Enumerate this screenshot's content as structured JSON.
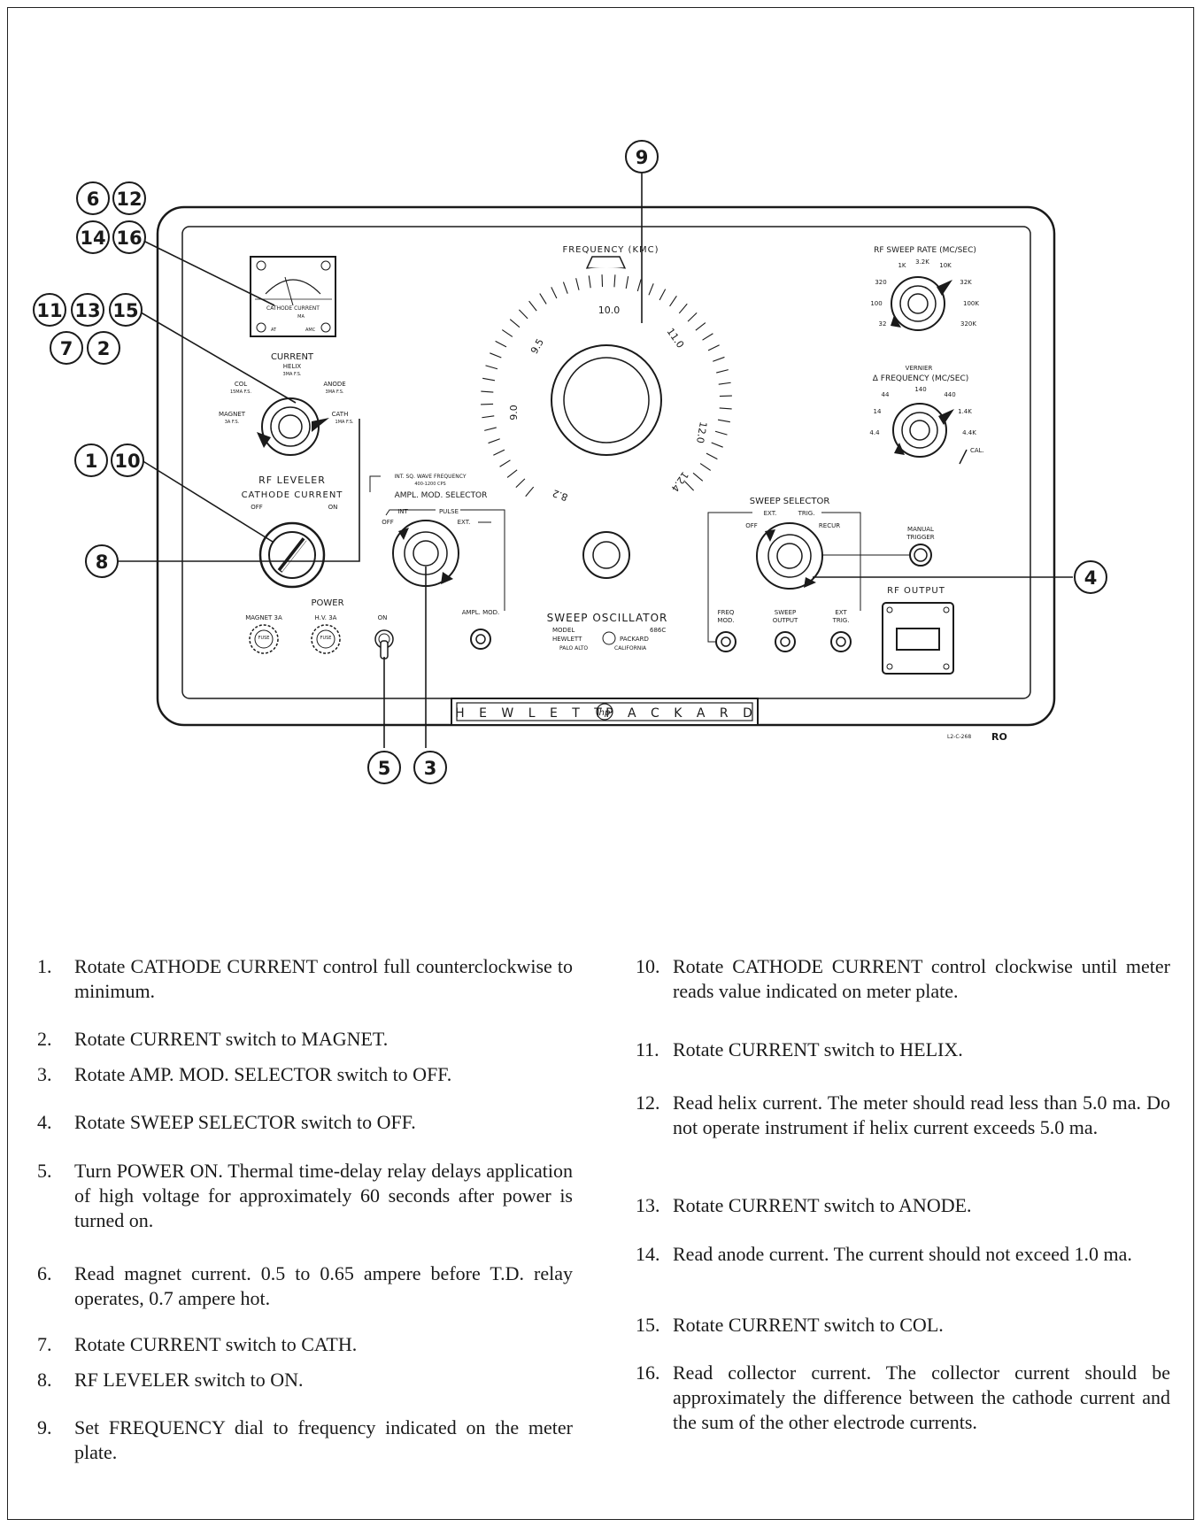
{
  "panel": {
    "frequency_label": "FREQUENCY (KMC)",
    "dial_ticks": [
      "10.0",
      "11.0",
      "12.0",
      "12.4",
      "8.2",
      "9.0",
      "9.5"
    ],
    "meter_title": "CATHODE CURRENT",
    "meter_unit": "MA",
    "meter_at": "AT",
    "meter_amc": "AMC",
    "current": {
      "title": "CURRENT",
      "helix": "HELIX",
      "helix_fs": "3MA F.S.",
      "col": "COL",
      "col_fs": "15MA F.S.",
      "anode": "ANODE",
      "anode_fs": "3MA F.S.",
      "magnet": "MAGNET",
      "magnet_fs": "3A F.S.",
      "cath": "CATH",
      "cath_fs": "1MA F.S."
    },
    "rf_leveler": {
      "title": "RF LEVELER",
      "sub": "CATHODE CURRENT",
      "off": "OFF",
      "on": "ON"
    },
    "ampl_mod": {
      "int_sq": "INT. SQ. WAVE FREQUENCY",
      "cps": "400-1200 CPS",
      "title": "AMPL. MOD. SELECTOR",
      "int": "INT",
      "pulse": "PULSE",
      "off": "OFF",
      "ext": "EXT.",
      "jack": "AMPL. MOD."
    },
    "power": {
      "title": "POWER",
      "magnet_fuse": "MAGNET 3A",
      "hv_fuse": "H.V. 3A",
      "fuse": "FUSE",
      "on": "ON"
    },
    "sweep_rate": {
      "title": "RF SWEEP RATE (MC/SEC)",
      "marks": [
        "1K",
        "3.2K",
        "10K",
        "320",
        "32K",
        "100",
        "100K",
        "32",
        "320K"
      ]
    },
    "vernier": {
      "title": "VERNIER",
      "sub": "Δ FREQUENCY (MC/SEC)",
      "marks": [
        "44",
        "140",
        "440",
        "14",
        "1.4K",
        "4.4",
        "4.4K"
      ],
      "cal": "CAL."
    },
    "sweep_selector": {
      "title": "SWEEP SELECTOR",
      "ext": "EXT.",
      "trig": "TRIG.",
      "off": "OFF",
      "recur": "RECUR",
      "manual": "MANUAL",
      "trigger": "TRIGGER"
    },
    "jacks": {
      "freq": "FREQ",
      "mod": "MOD.",
      "sweep": "SWEEP",
      "output": "OUTPUT",
      "ext": "EXT",
      "trig": "TRIG."
    },
    "rf_output": "RF OUTPUT",
    "id": {
      "line1": "SWEEP OSCILLATOR",
      "model": "MODEL",
      "model_no": "686C",
      "hewlett": "HEWLETT",
      "packard": "PACKARD",
      "city": "PALO ALTO",
      "state": "CALIFORNIA"
    },
    "nameplate": "H E W L E T T  hp  P A C K A R D",
    "nameplate_left": "H E W L E T T",
    "nameplate_logo": "hp",
    "nameplate_right": "P A C K A R D",
    "drawing_no": "L2-C-268",
    "ro": "RO"
  },
  "callouts": [
    "9",
    "6",
    "12",
    "14",
    "16",
    "11",
    "13",
    "15",
    "7",
    "2",
    "1",
    "10",
    "8",
    "4",
    "5",
    "3"
  ],
  "steps_left": [
    {
      "num": "1.",
      "text": "Rotate CATHODE CURRENT control full counterclockwise to minimum."
    },
    {
      "num": "2.",
      "text": "Rotate CURRENT switch to MAGNET."
    },
    {
      "num": "3.",
      "text": "Rotate AMP. MOD. SELECTOR switch to OFF."
    },
    {
      "num": "4.",
      "text": "Rotate SWEEP SELECTOR switch to OFF."
    },
    {
      "num": "5.",
      "text": "Turn POWER ON. Thermal time-delay relay delays application of high voltage for approximately 60 seconds after power is turned on."
    },
    {
      "num": "6.",
      "text": "Read magnet current. 0.5 to 0.65 ampere before T.D. relay operates, 0.7 ampere hot."
    },
    {
      "num": "7.",
      "text": "Rotate CURRENT switch to CATH."
    },
    {
      "num": "8.",
      "text": "RF LEVELER switch to ON."
    },
    {
      "num": "9.",
      "text": "Set FREQUENCY dial to frequency indicated on the meter plate."
    }
  ],
  "steps_right": [
    {
      "num": "10.",
      "text": "Rotate CATHODE CURRENT control clockwise until meter reads value indicated on meter plate."
    },
    {
      "num": "11.",
      "text": "Rotate CURRENT switch to HELIX."
    },
    {
      "num": "12.",
      "text": "Read helix current. The meter should read less than 5.0 ma. Do not operate instrument if helix current exceeds 5.0 ma."
    },
    {
      "num": "13.",
      "text": "Rotate CURRENT switch to ANODE."
    },
    {
      "num": "14.",
      "text": "Read anode current. The current should not exceed 1.0 ma."
    },
    {
      "num": "15.",
      "text": "Rotate CURRENT switch to COL."
    },
    {
      "num": "16.",
      "text": "Read collector current. The collector current should be approximately the difference between the cathode current and the sum of the other electrode currents."
    }
  ]
}
